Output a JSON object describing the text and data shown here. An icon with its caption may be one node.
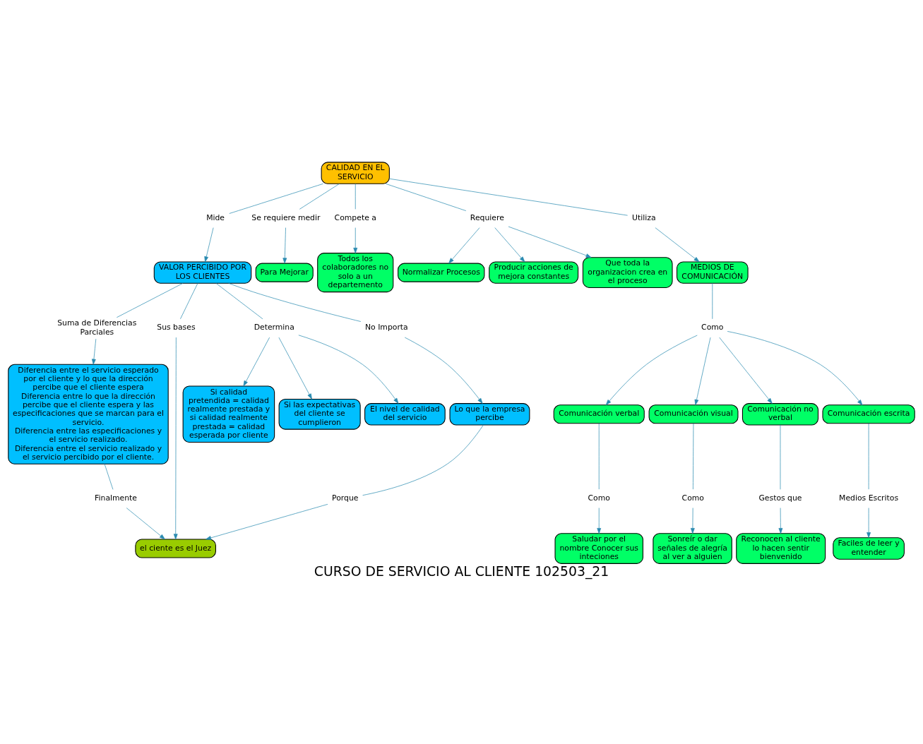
{
  "diagram": {
    "title": "CURSO DE SERVICIO AL CLIENTE 102503_21",
    "nodes": [
      {
        "text": [
          "Diferencia entre el servicio esperado por el cliente y lo que la dirección percibe que el cliente espera",
          "Diferencia entre lo que la dirección percibe que el cliente espera y las especificaciones que se marcan para el servicio.",
          "Diferencia entre las especificaciones y el servicio realizado.",
          "Diferencia entre el servicio realizado y el servicio percibido por el cliente."
        ]
      },
      {
        "text": [
          "el ciente es el Juez"
        ]
      },
      {
        "text": [
          "Si calidad pretendida = calidad realmente prestada y si calidad realmente prestada = calidad esperada por cliente"
        ]
      },
      {
        "text": [
          "Suma de Diferencias Parciales"
        ]
      },
      {
        "text": [
          "Finalmente"
        ]
      },
      {
        "text": [
          "Sus bases"
        ]
      },
      {
        "text": [
          "Porque"
        ]
      },
      {
        "text": [
          "Si las expectativas del cliente se cumplieron"
        ]
      },
      {
        "text": [
          "VALOR PERCIBIDO POR LOS CLIENTES"
        ]
      },
      {
        "text": [
          "Determina"
        ]
      },
      {
        "text": [
          "No Importa"
        ]
      },
      {
        "text": [
          "Lo que la empresa percibe"
        ]
      },
      {
        "text": [
          "El nivel de calidad del servicio"
        ]
      },
      {
        "text": [
          "Mide"
        ]
      },
      {
        "text": [
          "Se requiere medir"
        ]
      },
      {
        "text": [
          "Normalizar Procesos"
        ]
      },
      {
        "text": [
          "Para Mejorar"
        ]
      },
      {
        "text": [
          "CALIDAD EN EL SERVICIO"
        ]
      },
      {
        "text": [
          "Compete a"
        ]
      },
      {
        "text": [
          "Requiere"
        ]
      },
      {
        "text": [
          "Producir acciones de mejora constantes"
        ]
      },
      {
        "text": [
          "Que toda la organizacion crea en el proceso"
        ]
      },
      {
        "text": [
          "Todos los colaboradores no solo a un departemento"
        ]
      },
      {
        "text": [
          "Utiliza"
        ]
      },
      {
        "text": [
          "Saludar por el nombre Conocer sus inteciones"
        ]
      },
      {
        "text": [
          "Sonreír o dar señales de alegría al ver a alguien"
        ]
      },
      {
        "text": [
          "MEDIOS DE COMUNICACIÓN"
        ]
      },
      {
        "text": [
          "Como"
        ]
      },
      {
        "text": [
          "Comunicación verbal"
        ]
      },
      {
        "text": [
          "Comunicación visual"
        ]
      },
      {
        "text": [
          "Como"
        ]
      },
      {
        "text": [
          "Como"
        ]
      },
      {
        "text": [
          "Comunicación no verbal"
        ]
      },
      {
        "text": [
          "Faciles de leer y entender"
        ]
      },
      {
        "text": [
          "Medios Escritos"
        ]
      },
      {
        "text": [
          "Comunicación escrita"
        ]
      },
      {
        "text": [
          "Gestos que"
        ]
      },
      {
        "text": [
          "Reconocen al cliente lo hacen sentir bienvenido"
        ]
      }
    ],
    "edges": [
      {
        "from": 8,
        "to": 3,
        "arrow": "none"
      },
      {
        "from": 3,
        "to": 0,
        "arrow": "to"
      },
      {
        "from": 0,
        "to": 4,
        "arrow": "none"
      },
      {
        "from": 4,
        "to": 1,
        "arrow": "to"
      },
      {
        "from": 8,
        "to": 5,
        "arrow": "none"
      },
      {
        "from": 5,
        "to": 1,
        "arrow": "to"
      },
      {
        "from": 11,
        "to": 6,
        "arrow": "none"
      },
      {
        "from": 6,
        "to": 1,
        "arrow": "to"
      },
      {
        "from": 8,
        "to": 9,
        "arrow": "none"
      },
      {
        "from": 9,
        "to": 2,
        "arrow": "to"
      },
      {
        "from": 9,
        "to": 7,
        "arrow": "to"
      },
      {
        "from": 9,
        "to": 12,
        "arrow": "to"
      },
      {
        "from": 8,
        "to": 10,
        "arrow": "none"
      },
      {
        "from": 10,
        "to": 11,
        "arrow": "to"
      },
      {
        "from": 17,
        "to": 13,
        "arrow": "none"
      },
      {
        "from": 13,
        "to": 8,
        "arrow": "to"
      },
      {
        "from": 17,
        "to": 14,
        "arrow": "none"
      },
      {
        "from": 14,
        "to": 16,
        "arrow": "to"
      },
      {
        "from": 17,
        "to": 18,
        "arrow": "none"
      },
      {
        "from": 18,
        "to": 22,
        "arrow": "to"
      },
      {
        "from": 17,
        "to": 19,
        "arrow": "none"
      },
      {
        "from": 19,
        "to": 15,
        "arrow": "to"
      },
      {
        "from": 19,
        "to": 20,
        "arrow": "to"
      },
      {
        "from": 19,
        "to": 21,
        "arrow": "to"
      },
      {
        "from": 17,
        "to": 23,
        "arrow": "none"
      },
      {
        "from": 23,
        "to": 26,
        "arrow": "to"
      },
      {
        "from": 26,
        "to": 31,
        "arrow": "none"
      },
      {
        "from": 31,
        "to": 28,
        "arrow": "to"
      },
      {
        "from": 31,
        "to": 29,
        "arrow": "to"
      },
      {
        "from": 31,
        "to": 32,
        "arrow": "to"
      },
      {
        "from": 31,
        "to": 35,
        "arrow": "to"
      },
      {
        "from": 28,
        "to": 27,
        "arrow": "none"
      },
      {
        "from": 27,
        "to": 24,
        "arrow": "to"
      },
      {
        "from": 29,
        "to": 30,
        "arrow": "none"
      },
      {
        "from": 30,
        "to": 25,
        "arrow": "to"
      },
      {
        "from": 35,
        "to": 34,
        "arrow": "none"
      },
      {
        "from": 34,
        "to": 33,
        "arrow": "to"
      },
      {
        "from": 32,
        "to": 36,
        "arrow": "none"
      },
      {
        "from": 36,
        "to": 37,
        "arrow": "to"
      }
    ]
  }
}
